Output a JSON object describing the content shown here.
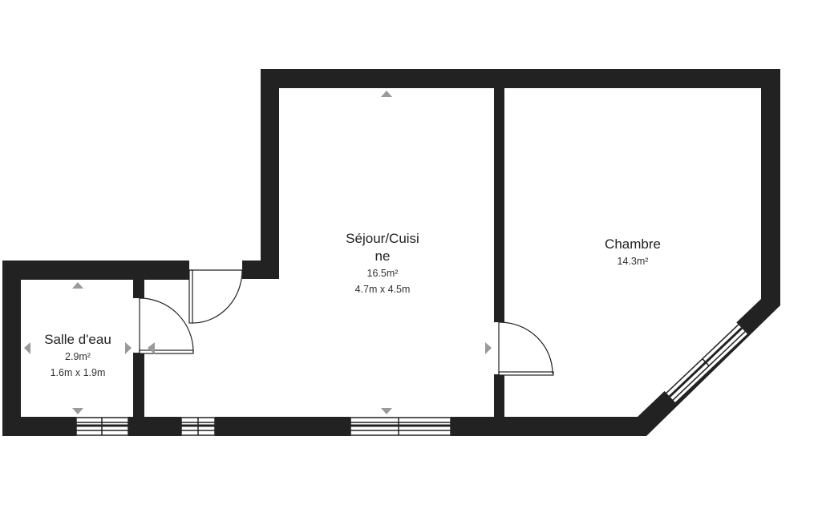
{
  "rooms": [
    {
      "name": "Séjour/Cuisi",
      "name_line2": "ne",
      "area": "16.5m²",
      "dims": "4.7m x 4.5m"
    },
    {
      "name": "Chambre",
      "area": "14.3m²"
    },
    {
      "name": "Salle d'eau",
      "area": "2.9m²",
      "dims": "1.6m x 1.9m"
    }
  ],
  "colors": {
    "wall": "#222222",
    "marker": "#9a9a9a"
  }
}
